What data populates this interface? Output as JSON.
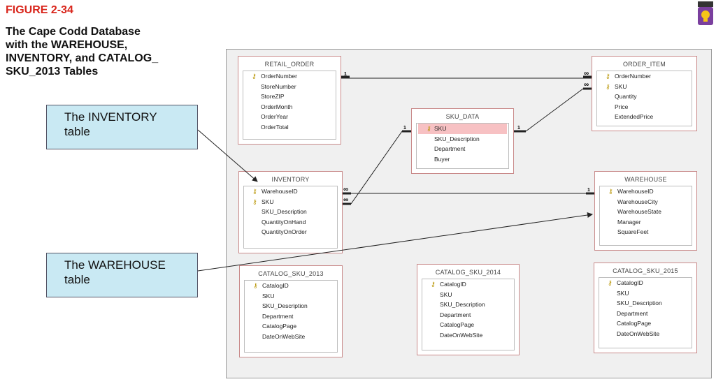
{
  "figure": {
    "label": "FIGURE 2-34",
    "caption_lines": [
      "The Cape Codd Database",
      "with the WAREHOUSE,",
      "INVENTORY, and CATALOG_",
      "SKU_2013 Tables"
    ]
  },
  "callouts": {
    "inventory": [
      "The INVENTORY",
      "table"
    ],
    "warehouse": [
      "The WAREHOUSE",
      "table"
    ]
  },
  "tables": {
    "retail_order": {
      "name": "RETAIL_ORDER",
      "fields": [
        "OrderNumber",
        "StoreNumber",
        "StoreZIP",
        "OrderMonth",
        "OrderYear",
        "OrderTotal"
      ],
      "keys": [
        0
      ]
    },
    "order_item": {
      "name": "ORDER_ITEM",
      "fields": [
        "OrderNumber",
        "SKU",
        "Quantity",
        "Price",
        "ExtendedPrice"
      ],
      "keys": [
        0,
        1
      ]
    },
    "sku_data": {
      "name": "SKU_DATA",
      "fields": [
        "SKU",
        "SKU_Description",
        "Department",
        "Buyer"
      ],
      "keys": [
        0
      ],
      "highlight": 0
    },
    "inventory": {
      "name": "INVENTORY",
      "fields": [
        "WarehouseID",
        "SKU",
        "SKU_Description",
        "QuantityOnHand",
        "QuantityOnOrder"
      ],
      "keys": [
        0,
        1
      ]
    },
    "warehouse": {
      "name": "WAREHOUSE",
      "fields": [
        "WarehouseID",
        "WarehouseCity",
        "WarehouseState",
        "Manager",
        "SquareFeet"
      ],
      "keys": [
        0
      ]
    },
    "catalog_2013": {
      "name": "CATALOG_SKU_2013",
      "fields": [
        "CatalogID",
        "SKU",
        "SKU_Description",
        "Department",
        "CatalogPage",
        "DateOnWebSite"
      ],
      "keys": [
        0
      ]
    },
    "catalog_2014": {
      "name": "CATALOG_SKU_2014",
      "fields": [
        "CatalogID",
        "SKU",
        "SKU_Description",
        "Department",
        "CatalogPage",
        "DateOnWebSite"
      ],
      "keys": [
        0
      ]
    },
    "catalog_2015": {
      "name": "CATALOG_SKU_2015",
      "fields": [
        "CatalogID",
        "SKU",
        "SKU_Description",
        "Department",
        "CatalogPage",
        "DateOnWebSite"
      ],
      "keys": [
        0
      ]
    }
  },
  "relationships": {
    "one_symbol": "1",
    "many_symbol": "∞"
  },
  "colors": {
    "figure_label": "#d9261c",
    "callout_fill": "#c9e9f3",
    "table_border": "#c98a8a",
    "highlight": "#f7c1c3",
    "key_icon": "#b89400",
    "bulb_bg": "#7a3f9e",
    "bulb_icon": "#f5c518"
  },
  "icons": {
    "key": "key-icon",
    "help": "lightbulb-icon"
  }
}
